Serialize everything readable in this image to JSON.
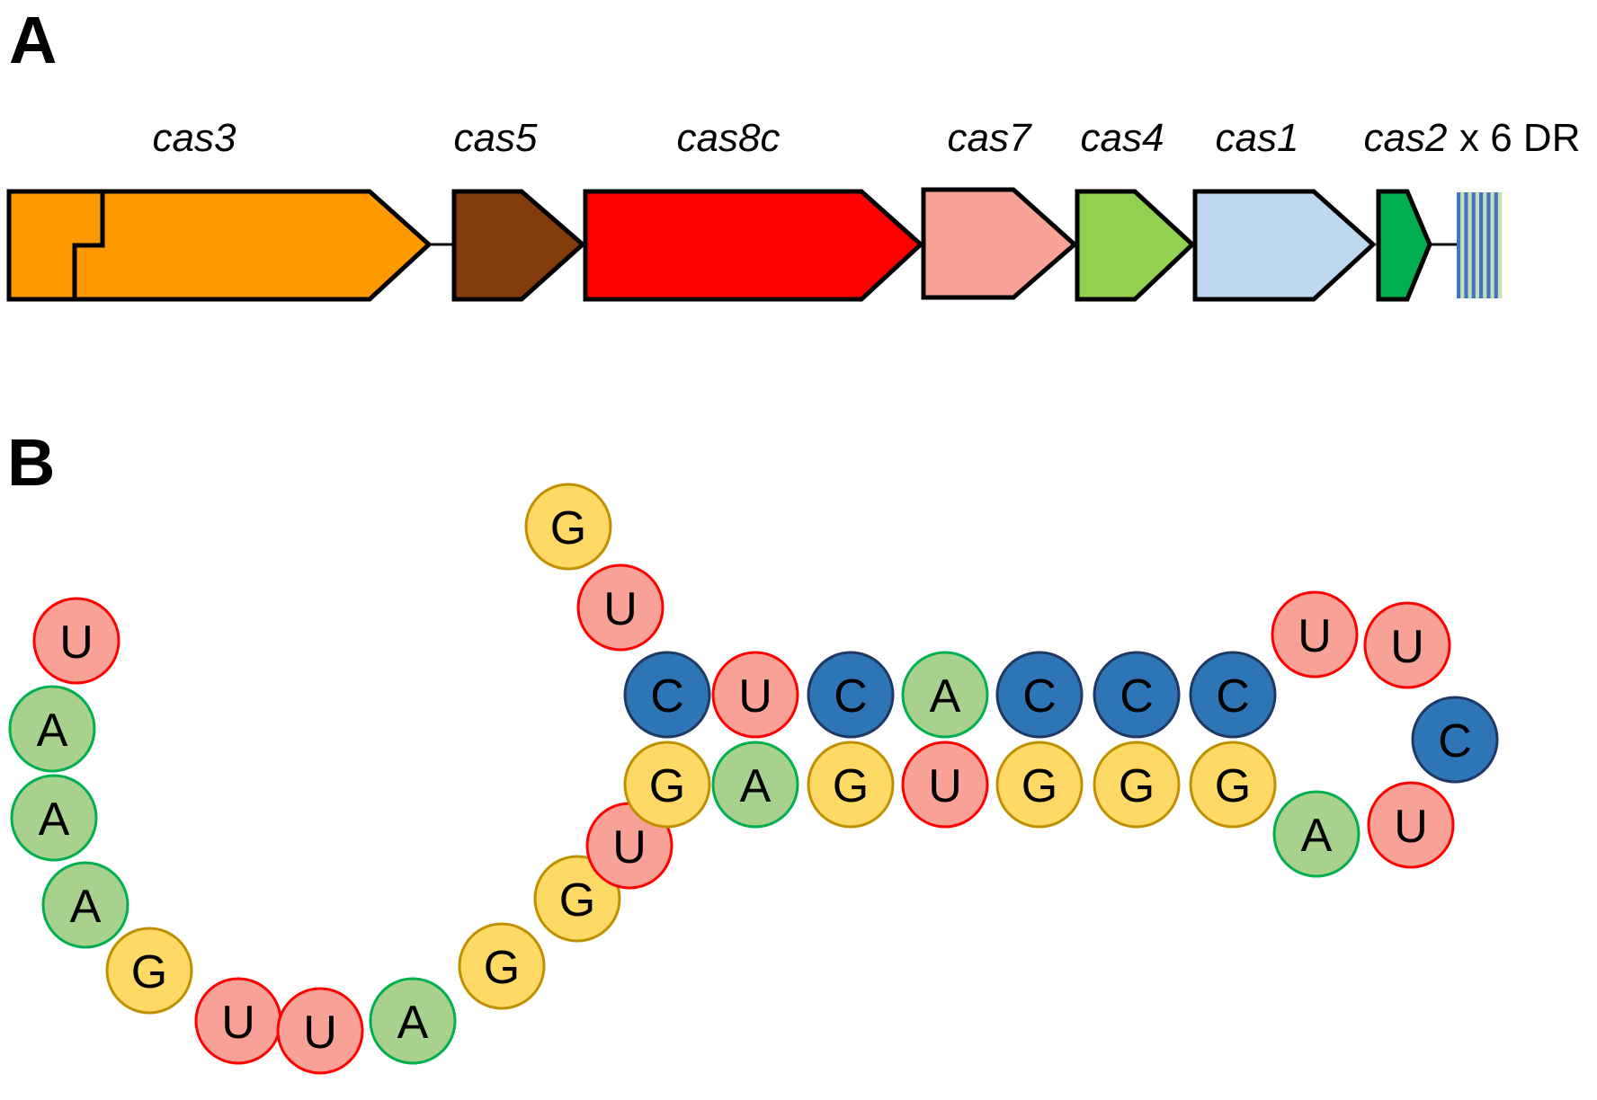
{
  "panel_a": {
    "label": "A",
    "genes": [
      {
        "name": "cas3",
        "color": "#FF9900"
      },
      {
        "name": "cas5",
        "color": "#843C0C"
      },
      {
        "name": "cas8c",
        "color": "#FF0000"
      },
      {
        "name": "cas7",
        "color": "#F8A197"
      },
      {
        "name": "cas4",
        "color": "#92D050"
      },
      {
        "name": "cas1",
        "color": "#BDD7EE"
      },
      {
        "name": "cas2",
        "color": "#00B050"
      }
    ],
    "repeat_label": "x 6 DR",
    "repeat_colors": [
      "#4472C4",
      "#C5E0B4"
    ]
  },
  "panel_b": {
    "label": "B",
    "nucleotide_colors": {
      "A": {
        "fill": "#A9D18E",
        "stroke": "#00B050"
      },
      "U": {
        "fill": "#F8A197",
        "stroke": "#FF0000"
      },
      "G": {
        "fill": "#FFD966",
        "stroke": "#BF9000"
      },
      "C": {
        "fill": "#2E75B6",
        "stroke": "#1F3864"
      }
    },
    "sequence": [
      "U",
      "A",
      "A",
      "A",
      "G",
      "U",
      "U",
      "A",
      "G",
      "G",
      "U",
      "G",
      "A",
      "G",
      "U",
      "G",
      "G",
      "G",
      "A",
      "U",
      "C",
      "U",
      "U",
      "C",
      "C",
      "C",
      "A",
      "C",
      "U",
      "C",
      "U",
      "G"
    ]
  }
}
